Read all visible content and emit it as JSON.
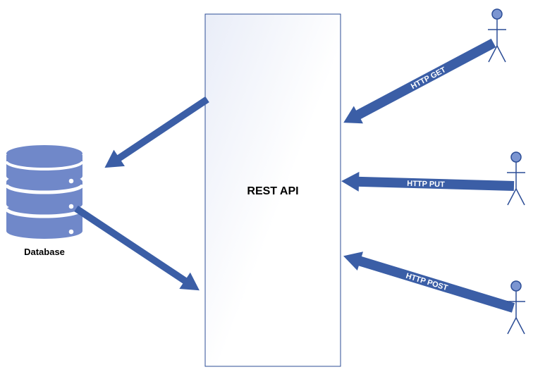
{
  "diagram": {
    "center_box": {
      "label": "REST API"
    },
    "database": {
      "label": "Database"
    },
    "requests": [
      {
        "label": "HTTP GET"
      },
      {
        "label": "HTTP PUT"
      },
      {
        "label": "HTTP POST"
      }
    ],
    "colors": {
      "arrow": "#3b5ea6",
      "actor_fill": "#7b95d1",
      "actor_stroke": "#2c4d96",
      "database_fill": "#7088c9",
      "database_band": "#ffffff",
      "box_border": "#2c4d96",
      "box_gradient_start": "#e9edf8",
      "box_gradient_end": "#ffffff",
      "text": "#000000",
      "arrow_text": "#ffffff"
    }
  }
}
